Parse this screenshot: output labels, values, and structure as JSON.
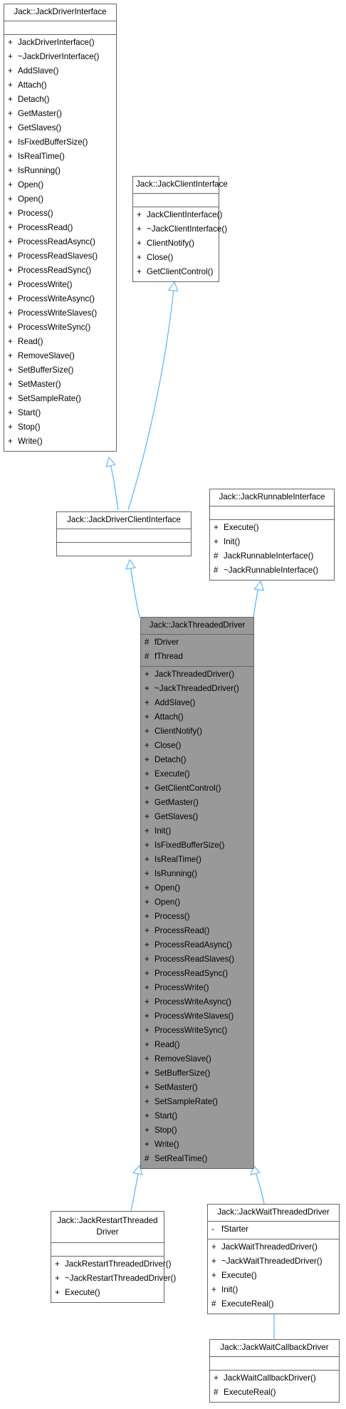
{
  "colors": {
    "edge": "#63b8ff",
    "border": "#666666",
    "highlight_fill": "#999999"
  },
  "classes": {
    "driver_interface": {
      "name": "Jack::JackDriverInterface",
      "attributes": [],
      "methods": [
        {
          "vis": "+",
          "name": "JackDriverInterface()"
        },
        {
          "vis": "+",
          "name": "~JackDriverInterface()"
        },
        {
          "vis": "+",
          "name": "AddSlave()"
        },
        {
          "vis": "+",
          "name": "Attach()"
        },
        {
          "vis": "+",
          "name": "Detach()"
        },
        {
          "vis": "+",
          "name": "GetMaster()"
        },
        {
          "vis": "+",
          "name": "GetSlaves()"
        },
        {
          "vis": "+",
          "name": "IsFixedBufferSize()"
        },
        {
          "vis": "+",
          "name": "IsRealTime()"
        },
        {
          "vis": "+",
          "name": "IsRunning()"
        },
        {
          "vis": "+",
          "name": "Open()"
        },
        {
          "vis": "+",
          "name": "Open()"
        },
        {
          "vis": "+",
          "name": "Process()"
        },
        {
          "vis": "+",
          "name": "ProcessRead()"
        },
        {
          "vis": "+",
          "name": "ProcessReadAsync()"
        },
        {
          "vis": "+",
          "name": "ProcessReadSlaves()"
        },
        {
          "vis": "+",
          "name": "ProcessReadSync()"
        },
        {
          "vis": "+",
          "name": "ProcessWrite()"
        },
        {
          "vis": "+",
          "name": "ProcessWriteAsync()"
        },
        {
          "vis": "+",
          "name": "ProcessWriteSlaves()"
        },
        {
          "vis": "+",
          "name": "ProcessWriteSync()"
        },
        {
          "vis": "+",
          "name": "Read()"
        },
        {
          "vis": "+",
          "name": "RemoveSlave()"
        },
        {
          "vis": "+",
          "name": "SetBufferSize()"
        },
        {
          "vis": "+",
          "name": "SetMaster()"
        },
        {
          "vis": "+",
          "name": "SetSampleRate()"
        },
        {
          "vis": "+",
          "name": "Start()"
        },
        {
          "vis": "+",
          "name": "Stop()"
        },
        {
          "vis": "+",
          "name": "Write()"
        }
      ]
    },
    "client_interface": {
      "name": "Jack::JackClientInterface",
      "attributes": [],
      "methods": [
        {
          "vis": "+",
          "name": "JackClientInterface()"
        },
        {
          "vis": "+",
          "name": "~JackClientInterface()"
        },
        {
          "vis": "+",
          "name": "ClientNotify()"
        },
        {
          "vis": "+",
          "name": "Close()"
        },
        {
          "vis": "+",
          "name": "GetClientControl()"
        }
      ]
    },
    "driver_client_interface": {
      "name": "Jack::JackDriverClientInterface",
      "attributes": [],
      "methods": []
    },
    "runnable_interface": {
      "name": "Jack::JackRunnableInterface",
      "attributes": [],
      "methods": [
        {
          "vis": "+",
          "name": "Execute()"
        },
        {
          "vis": "+",
          "name": "Init()"
        },
        {
          "vis": "#",
          "name": "JackRunnableInterface()"
        },
        {
          "vis": "#",
          "name": "~JackRunnableInterface()"
        }
      ]
    },
    "threaded_driver": {
      "name": "Jack::JackThreadedDriver",
      "attributes": [
        {
          "vis": "#",
          "name": "fDriver"
        },
        {
          "vis": "#",
          "name": "fThread"
        }
      ],
      "methods": [
        {
          "vis": "+",
          "name": "JackThreadedDriver()"
        },
        {
          "vis": "+",
          "name": "~JackThreadedDriver()"
        },
        {
          "vis": "+",
          "name": "AddSlave()"
        },
        {
          "vis": "+",
          "name": "Attach()"
        },
        {
          "vis": "+",
          "name": "ClientNotify()"
        },
        {
          "vis": "+",
          "name": "Close()"
        },
        {
          "vis": "+",
          "name": "Detach()"
        },
        {
          "vis": "+",
          "name": "Execute()"
        },
        {
          "vis": "+",
          "name": "GetClientControl()"
        },
        {
          "vis": "+",
          "name": "GetMaster()"
        },
        {
          "vis": "+",
          "name": "GetSlaves()"
        },
        {
          "vis": "+",
          "name": "Init()"
        },
        {
          "vis": "+",
          "name": "IsFixedBufferSize()"
        },
        {
          "vis": "+",
          "name": "IsRealTime()"
        },
        {
          "vis": "+",
          "name": "IsRunning()"
        },
        {
          "vis": "+",
          "name": "Open()"
        },
        {
          "vis": "+",
          "name": "Open()"
        },
        {
          "vis": "+",
          "name": "Process()"
        },
        {
          "vis": "+",
          "name": "ProcessRead()"
        },
        {
          "vis": "+",
          "name": "ProcessReadAsync()"
        },
        {
          "vis": "+",
          "name": "ProcessReadSlaves()"
        },
        {
          "vis": "+",
          "name": "ProcessReadSync()"
        },
        {
          "vis": "+",
          "name": "ProcessWrite()"
        },
        {
          "vis": "+",
          "name": "ProcessWriteAsync()"
        },
        {
          "vis": "+",
          "name": "ProcessWriteSlaves()"
        },
        {
          "vis": "+",
          "name": "ProcessWriteSync()"
        },
        {
          "vis": "+",
          "name": "Read()"
        },
        {
          "vis": "+",
          "name": "RemoveSlave()"
        },
        {
          "vis": "+",
          "name": "SetBufferSize()"
        },
        {
          "vis": "+",
          "name": "SetMaster()"
        },
        {
          "vis": "+",
          "name": "SetSampleRate()"
        },
        {
          "vis": "+",
          "name": "Start()"
        },
        {
          "vis": "+",
          "name": "Stop()"
        },
        {
          "vis": "+",
          "name": "Write()"
        },
        {
          "vis": "#",
          "name": "SetRealTime()"
        }
      ]
    },
    "restart_threaded_driver": {
      "name": "Jack::JackRestartThreaded\nDriver",
      "attributes": [],
      "methods": [
        {
          "vis": "+",
          "name": "JackRestartThreadedDriver()"
        },
        {
          "vis": "+",
          "name": "~JackRestartThreadedDriver()"
        },
        {
          "vis": "+",
          "name": "Execute()"
        }
      ]
    },
    "wait_threaded_driver": {
      "name": "Jack::JackWaitThreadedDriver",
      "attributes": [
        {
          "vis": "-",
          "name": "fStarter"
        }
      ],
      "methods": [
        {
          "vis": "+",
          "name": "JackWaitThreadedDriver()"
        },
        {
          "vis": "+",
          "name": "~JackWaitThreadedDriver()"
        },
        {
          "vis": "+",
          "name": "Execute()"
        },
        {
          "vis": "+",
          "name": "Init()"
        },
        {
          "vis": "#",
          "name": "ExecuteReal()"
        }
      ]
    },
    "wait_callback_driver": {
      "name": "Jack::JackWaitCallbackDriver",
      "attributes": [],
      "methods": [
        {
          "vis": "+",
          "name": "JackWaitCallbackDriver()"
        },
        {
          "vis": "#",
          "name": "ExecuteReal()"
        }
      ]
    }
  }
}
